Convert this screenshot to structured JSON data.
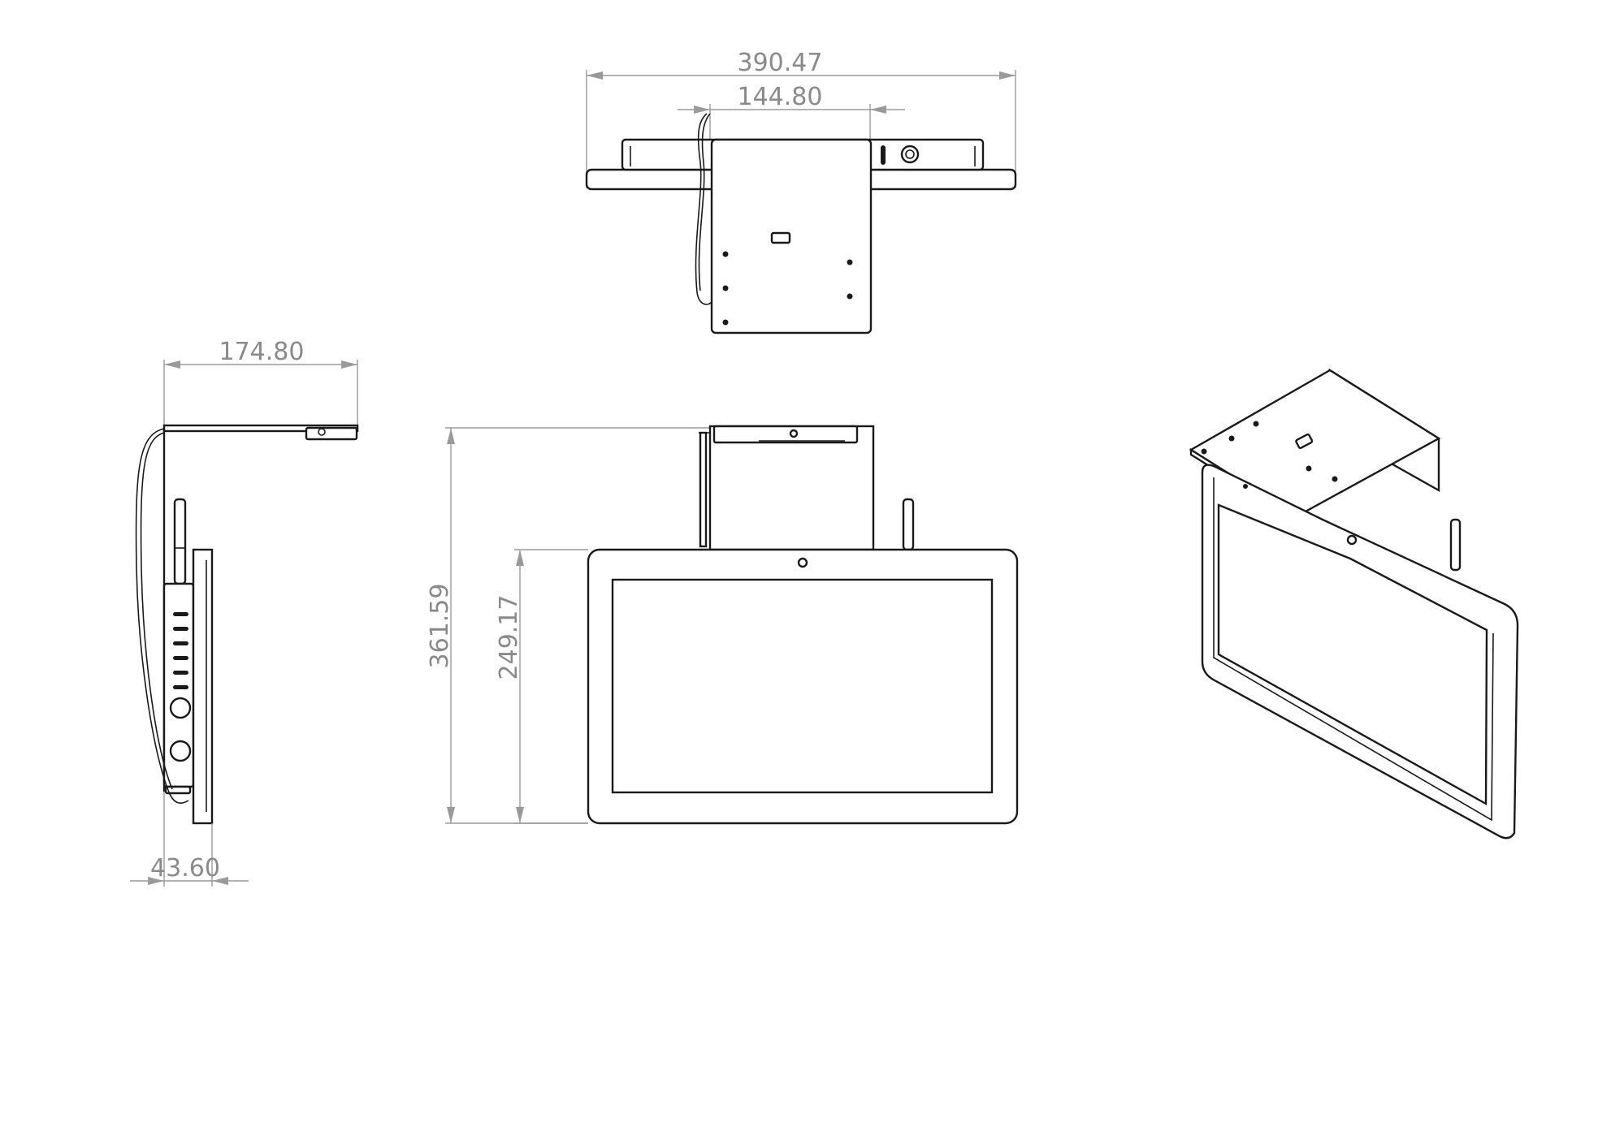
{
  "dimensions": {
    "top_overall_width": "390.47",
    "top_bracket_width": "144.80",
    "side_depth": "174.80",
    "side_thickness": "43.60",
    "front_overall_height": "361.59",
    "front_panel_height": "249.17"
  }
}
